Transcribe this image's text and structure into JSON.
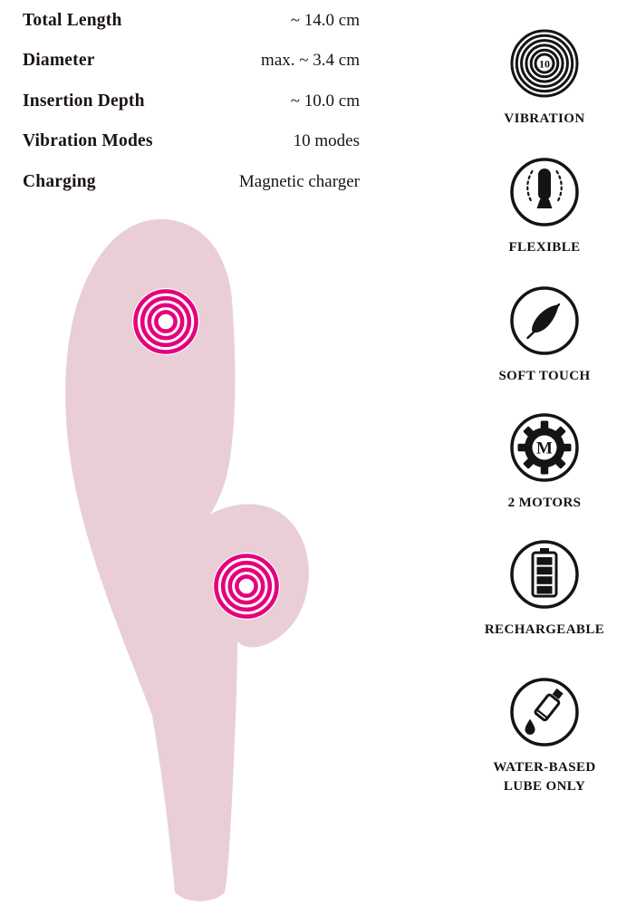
{
  "specs": {
    "rows": [
      {
        "label": "Total Length",
        "value": "~ 14.0 cm"
      },
      {
        "label": "Diameter",
        "value": "max. ~ 3.4 cm"
      },
      {
        "label": "Insertion Depth",
        "value": "~ 10.0 cm"
      },
      {
        "label": "Vibration Modes",
        "value": "10 modes"
      },
      {
        "label": "Charging",
        "value": "Magnetic charger"
      }
    ]
  },
  "features": [
    {
      "label": "VIBRATION",
      "badge": "10"
    },
    {
      "label": "FLEXIBLE"
    },
    {
      "label": "SOFT TOUCH"
    },
    {
      "label": "2 MOTORS",
      "letter": "M"
    },
    {
      "label": "RECHARGEABLE"
    },
    {
      "label": "WATER-BASED LUBE ONLY"
    }
  ],
  "colors": {
    "accent_pink": "#e5007d",
    "body_pink": "#e9cfd5",
    "icon_black": "#141414"
  }
}
